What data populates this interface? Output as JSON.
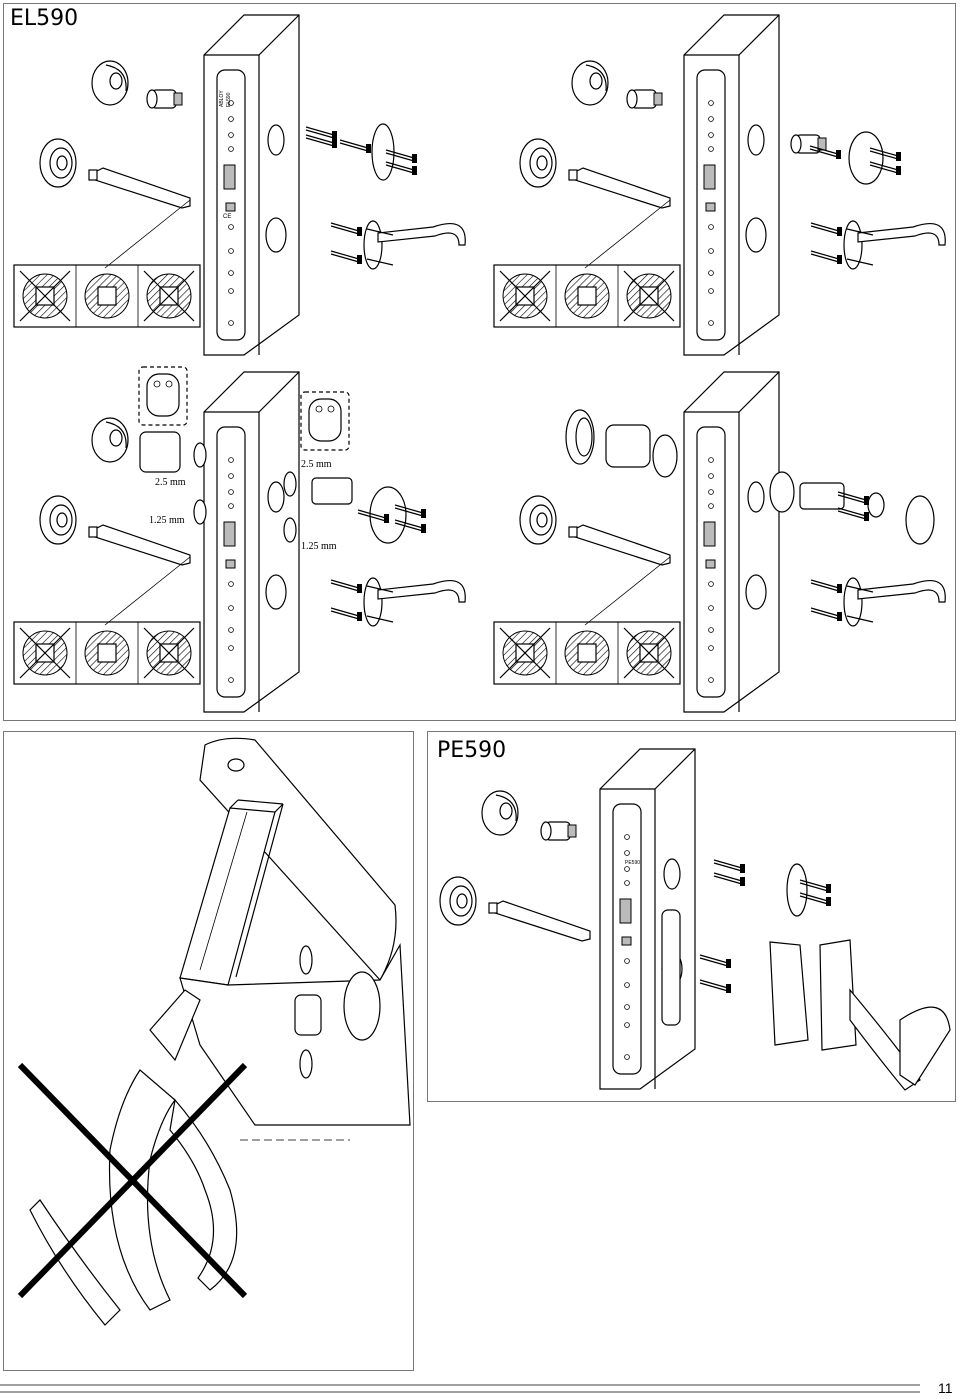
{
  "top_section": {
    "title": "EL590",
    "measurements": [
      "2.5 mm",
      "1.25 mm",
      "2.5 mm",
      "1.25 mm"
    ]
  },
  "pe_section": {
    "title": "PE590"
  },
  "lock_marking": {
    "brand": "ABLOY",
    "model_el": "EL590",
    "model_pe": "PE590",
    "ce": "CE"
  },
  "page_number": "11"
}
